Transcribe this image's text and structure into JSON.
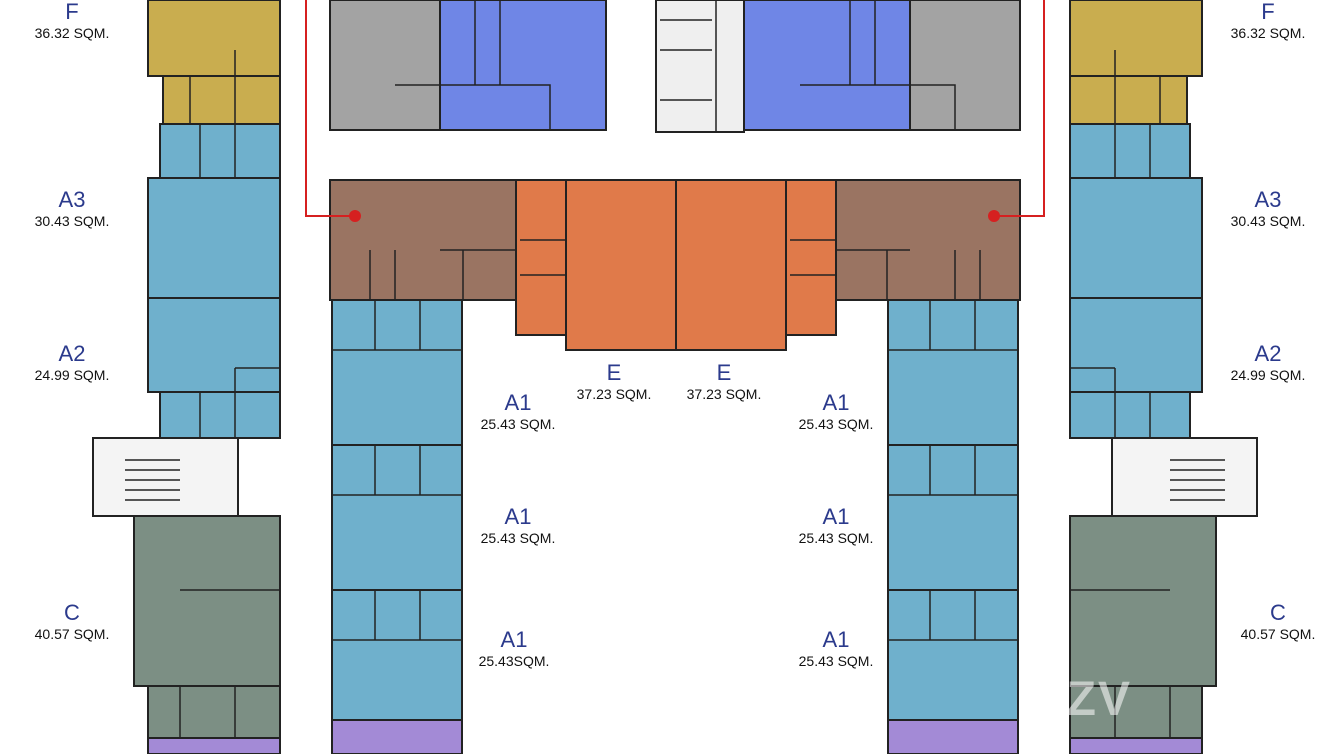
{
  "colors": {
    "unit_a": "#6fb0cc",
    "unit_c": "#7c8f84",
    "unit_e": "#e07a4a",
    "unit_f": "#c9ad4f",
    "unit_brown": "#9a7462",
    "unit_blue": "#6f86e6",
    "unit_gray": "#a3a3a3",
    "unit_purple": "#a38ad6",
    "wall": "#222222",
    "red_line": "#d62020"
  },
  "units": [
    {
      "id": "f-left",
      "code": "F",
      "area": "36.32 SQM."
    },
    {
      "id": "f-right",
      "code": "F",
      "area": "36.32 SQM."
    },
    {
      "id": "a3-left",
      "code": "A3",
      "area": "30.43 SQM."
    },
    {
      "id": "a3-right",
      "code": "A3",
      "area": "30.43 SQM."
    },
    {
      "id": "a2-left",
      "code": "A2",
      "area": "24.99 SQM."
    },
    {
      "id": "a2-right",
      "code": "A2",
      "area": "24.99 SQM."
    },
    {
      "id": "c-left",
      "code": "C",
      "area": "40.57 SQM."
    },
    {
      "id": "c-right",
      "code": "C",
      "area": "40.57 SQM."
    },
    {
      "id": "e-left",
      "code": "E",
      "area": "37.23 SQM."
    },
    {
      "id": "e-right",
      "code": "E",
      "area": "37.23 SQM."
    },
    {
      "id": "a1-left-1",
      "code": "A1",
      "area": "25.43 SQM."
    },
    {
      "id": "a1-left-2",
      "code": "A1",
      "area": "25.43 SQM."
    },
    {
      "id": "a1-left-3",
      "code": "A1",
      "area": "25.43SQM."
    },
    {
      "id": "a1-right-1",
      "code": "A1",
      "area": "25.43 SQM."
    },
    {
      "id": "a1-right-2",
      "code": "A1",
      "area": "25.43 SQM."
    },
    {
      "id": "a1-right-3",
      "code": "A1",
      "area": "25.43 SQM."
    }
  ],
  "watermark": "BZV"
}
